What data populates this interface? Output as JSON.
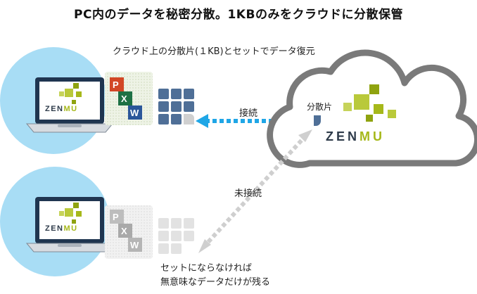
{
  "title": "PC内のデータを秘密分散。1KBのみをクラウドに分散保管",
  "labels": {
    "cloud_top": "クラウド上の分散片(１KB)とセットでデータ復元",
    "connected": "接続",
    "fragment": "分散片",
    "not_connected": "未接続",
    "meaningless_line1": "セットにならなければ",
    "meaningless_line2": "無意味なデータだけが残る"
  },
  "brand": {
    "name": "ZENMU",
    "parts": [
      "ZEN",
      "MU"
    ]
  },
  "file_icons": [
    "P",
    "X",
    "W"
  ],
  "colors": {
    "accent_green": "#a6b81a",
    "logo_dark": "#2e3b4a",
    "laptop_circle": "#a8ddf5",
    "grid_blue": "#4f6f97",
    "grid_gray": "#d0d0d0",
    "arrow_blue": "#1fa6e6",
    "arrow_gray": "#cfcfcf",
    "cloud_outline": "#7a7a7a",
    "ppt": "#d24726",
    "excel": "#1e7145",
    "word": "#2b579a"
  }
}
